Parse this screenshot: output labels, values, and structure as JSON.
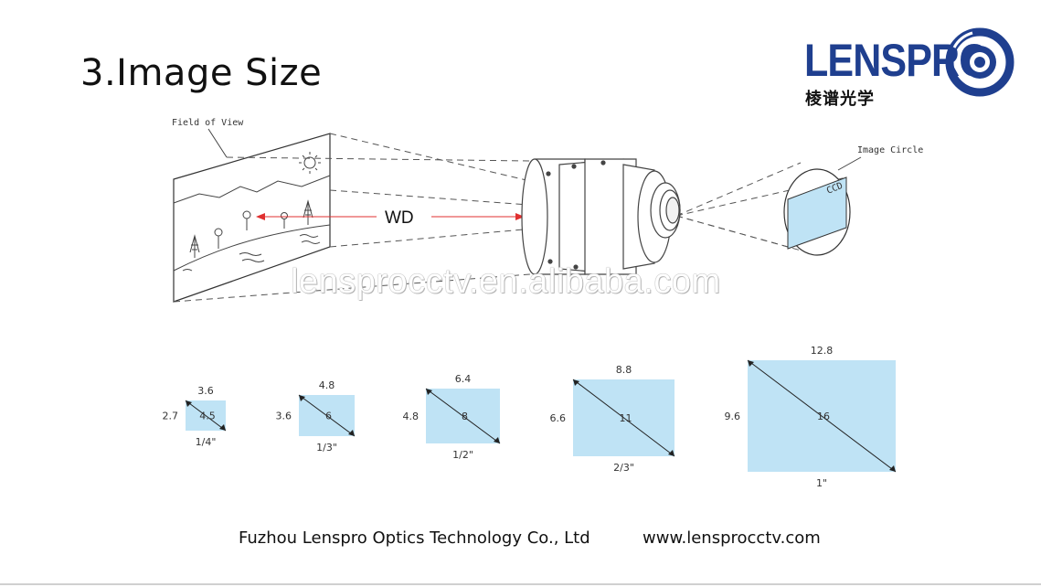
{
  "slide": {
    "title": "3.Image Size",
    "logo": {
      "brand": "LENSPRO",
      "chinese": "棱谱光学"
    },
    "watermark": "lensprocctv.en.alibaba.com",
    "footer": {
      "company": "Fuzhou Lenspro Optics Technology Co., Ltd",
      "url": "www.lensprocctv.com"
    }
  },
  "diagram": {
    "field_of_view_label": "Field of View",
    "wd_label": "WD",
    "image_circle_label": "Image Circle",
    "ccd_label": "CCD",
    "colors": {
      "sensor_fill": "#bfe3f5",
      "wd_arrow": "#e03030",
      "line": "#444444"
    }
  },
  "sensors": [
    {
      "format": "1/4\"",
      "width": "3.6",
      "height": "2.7",
      "diagonal": "4.5"
    },
    {
      "format": "1/3\"",
      "width": "4.8",
      "height": "3.6",
      "diagonal": "6"
    },
    {
      "format": "1/2\"",
      "width": "6.4",
      "height": "4.8",
      "diagonal": "8"
    },
    {
      "format": "2/3\"",
      "width": "8.8",
      "height": "6.6",
      "diagonal": "11"
    },
    {
      "format": "1\"",
      "width": "12.8",
      "height": "9.6",
      "diagonal": "16"
    }
  ]
}
